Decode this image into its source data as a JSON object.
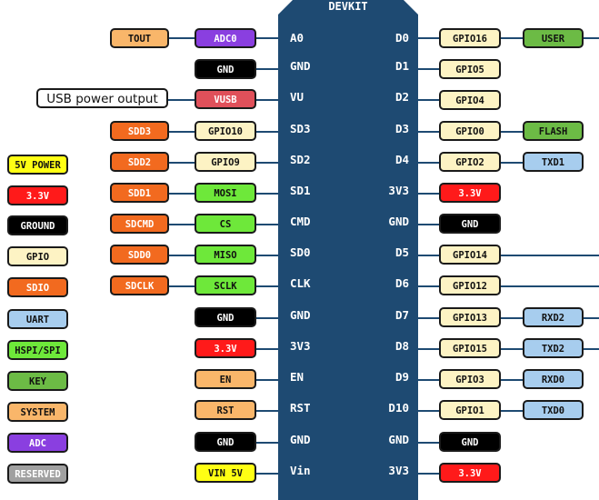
{
  "board": {
    "title": "DEVKIT"
  },
  "colors": {
    "board": "#1e4a72",
    "gpio": "#fdf3c4",
    "adc": "#8a3fe0",
    "vusb": "#e0505a",
    "sdio": "#f26a1f",
    "hspi": "#6ee83a",
    "power5v": "#ffff14",
    "power33": "#ff1a1a",
    "ground": "#000000",
    "system": "#f9b66a",
    "uart": "#a7cdee",
    "key": "#6cbb45",
    "reserved": "#a0a0a0"
  },
  "legend": [
    "5V POWER",
    "3.3V",
    "GROUND",
    "GPIO",
    "SDIO",
    "UART",
    "HSPI/SPI",
    "KEY",
    "SYSTEM",
    "ADC",
    "RESERVED"
  ],
  "left_pins": [
    {
      "pin": "A0",
      "inner": "ADC0",
      "outer": "TOUT"
    },
    {
      "pin": "GND",
      "inner": "GND"
    },
    {
      "pin": "VU",
      "inner": "VUSB",
      "outer": "USB power output"
    },
    {
      "pin": "SD3",
      "inner": "GPIO10",
      "outer": "SDD3"
    },
    {
      "pin": "SD2",
      "inner": "GPIO9",
      "outer": "SDD2"
    },
    {
      "pin": "SD1",
      "inner": "MOSI",
      "outer": "SDD1"
    },
    {
      "pin": "CMD",
      "inner": "CS",
      "outer": "SDCMD"
    },
    {
      "pin": "SD0",
      "inner": "MISO",
      "outer": "SDD0"
    },
    {
      "pin": "CLK",
      "inner": "SCLK",
      "outer": "SDCLK"
    },
    {
      "pin": "GND",
      "inner": "GND"
    },
    {
      "pin": "3V3",
      "inner": "3.3V"
    },
    {
      "pin": "EN",
      "inner": "EN"
    },
    {
      "pin": "RST",
      "inner": "RST"
    },
    {
      "pin": "GND",
      "inner": "GND"
    },
    {
      "pin": "Vin",
      "inner": "VIN 5V"
    }
  ],
  "right_pins": [
    {
      "pin": "D0",
      "inner": "GPIO16",
      "outer": "USER"
    },
    {
      "pin": "D1",
      "inner": "GPIO5"
    },
    {
      "pin": "D2",
      "inner": "GPIO4"
    },
    {
      "pin": "D3",
      "inner": "GPIO0",
      "outer": "FLASH"
    },
    {
      "pin": "D4",
      "inner": "GPIO2",
      "outer": "TXD1"
    },
    {
      "pin": "3V3",
      "inner": "3.3V"
    },
    {
      "pin": "GND",
      "inner": "GND"
    },
    {
      "pin": "D5",
      "inner": "GPIO14"
    },
    {
      "pin": "D6",
      "inner": "GPIO12"
    },
    {
      "pin": "D7",
      "inner": "GPIO13",
      "outer": "RXD2"
    },
    {
      "pin": "D8",
      "inner": "GPIO15",
      "outer": "TXD2"
    },
    {
      "pin": "D9",
      "inner": "GPIO3",
      "outer": "RXD0"
    },
    {
      "pin": "D10",
      "inner": "GPIO1",
      "outer": "TXD0"
    },
    {
      "pin": "GND",
      "inner": "GND"
    },
    {
      "pin": "3V3",
      "inner": "3.3V"
    }
  ]
}
